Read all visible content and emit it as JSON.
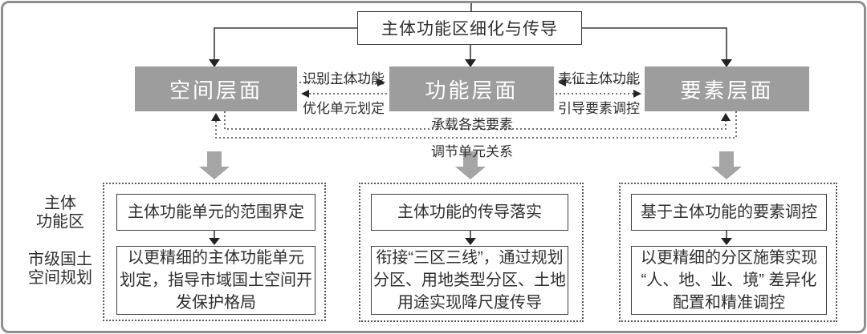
{
  "title_box": {
    "label": "主体功能区细化与传导"
  },
  "layers": [
    {
      "label": "空间层面"
    },
    {
      "label": "功能层面"
    },
    {
      "label": "要素层面"
    }
  ],
  "link_labels": {
    "identify": "识别主体功能",
    "optimize": "优化单元划定",
    "represent": "表征主体功能",
    "guide": "引导要素调控",
    "carry": "承载各类要素",
    "adjust": "调节单元关系"
  },
  "row_labels": {
    "top": "主体\n功能区",
    "bottom": "市级国土\n空间规划"
  },
  "columns": [
    {
      "top": "主体功能单元的范围界定",
      "bottom": "以更精细的主体功能单元\n划定，指导市域国土空间开\n发保护格局"
    },
    {
      "top": "主体功能的传导落实",
      "bottom": "衔接“三区三线”，通过规划\n分区、用地类型分区、土地\n用途实现降尺度传导"
    },
    {
      "top": "基于主体功能的要素调控",
      "bottom": "以更精细的分区施策实现\n“人、地、业、境” 差异化\n配置和精准调控"
    }
  ],
  "colors": {
    "layer_box_fill": "#9d9d9d",
    "layer_box_text": "#ffffff",
    "block_arrow_fill": "#a5a5a5",
    "line": "#3b3b3b",
    "text": "#2f2f2f",
    "frame_border": "#8e8e8e"
  }
}
